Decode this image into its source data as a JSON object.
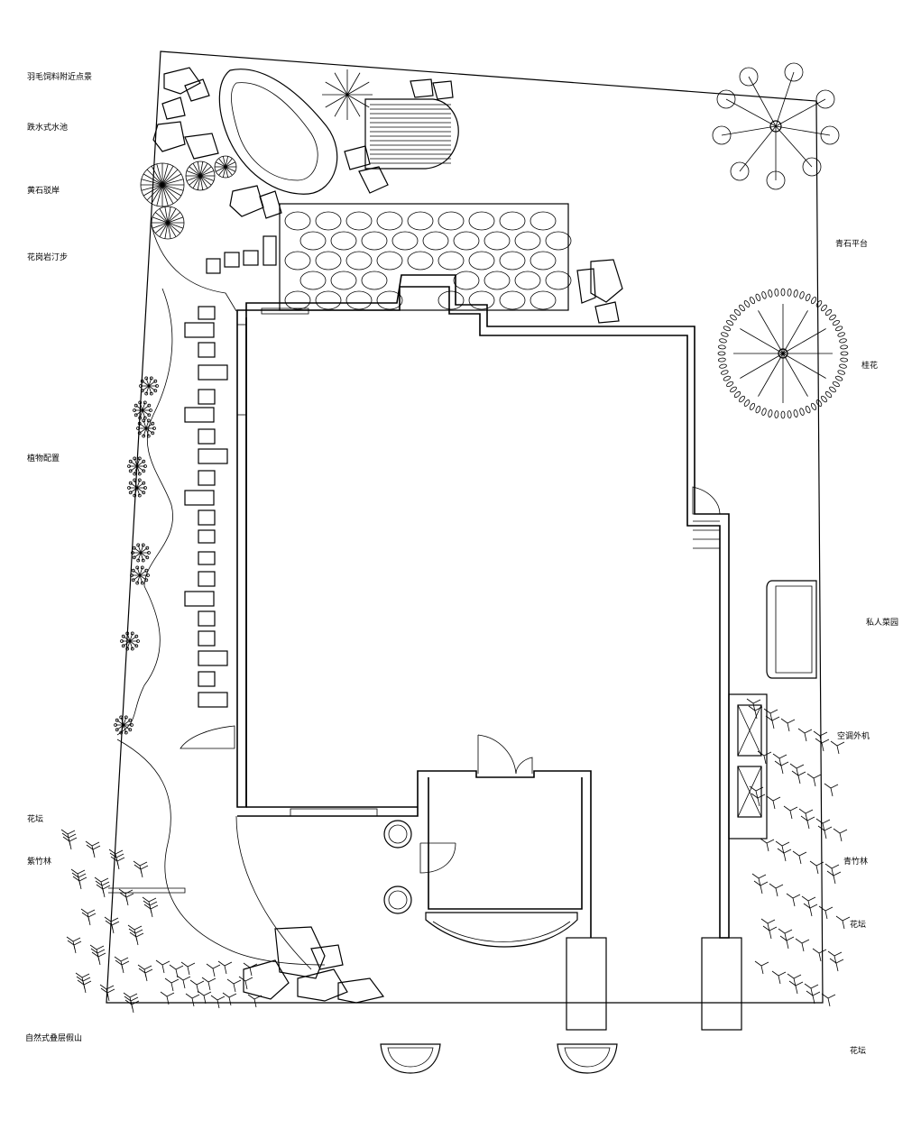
{
  "labels": {
    "l1": "羽毛饲料附近点景",
    "l2": "跌水式水池",
    "l3": "黄石驳岸",
    "l4": "花岗岩汀步",
    "l5": "植物配置",
    "l6": "花坛",
    "l7": "紫竹林",
    "l8": "自然式叠层假山",
    "r1": "青石平台",
    "r2": "桂花",
    "r3": "私人菜园",
    "r4": "空调外机",
    "r5": "青竹林",
    "r6": "花坛",
    "r7": "花坛"
  }
}
